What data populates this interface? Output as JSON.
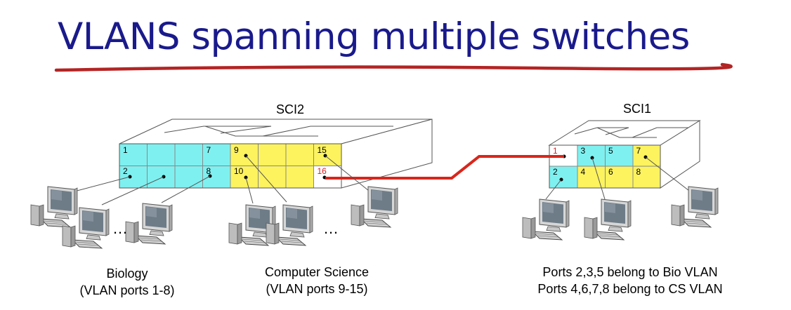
{
  "title": "VLANS spanning multiple switches",
  "switches": {
    "sci2": {
      "name": "SCI2",
      "top_ports": [
        "1",
        "",
        "",
        "7",
        "9",
        "",
        "",
        "15"
      ],
      "bottom_ports": [
        "2",
        "",
        "",
        "8",
        "10",
        "",
        "",
        "16"
      ]
    },
    "sci1": {
      "name": "SCI1",
      "top_ports": [
        "1",
        "3",
        "5",
        "7"
      ],
      "bottom_ports": [
        "2",
        "4",
        "6",
        "8"
      ]
    }
  },
  "groups": {
    "biology": {
      "line1": "Biology",
      "line2": "(VLAN ports 1-8)"
    },
    "cs": {
      "line1": "Computer Science",
      "line2": "(VLAN ports 9-15)"
    }
  },
  "notes": {
    "line1": "Ports 2,3,5 belong to Bio VLAN",
    "line2": "Ports 4,6,7,8 belong to CS VLAN"
  },
  "ellipsis": "…",
  "colors": {
    "title": "#1a1a8c",
    "underline": "#b32424",
    "bio_vlan": "#7ff0f0",
    "cs_vlan": "#fdf35e",
    "trunk": "#d9261c",
    "red_port_label": "#e02020"
  }
}
